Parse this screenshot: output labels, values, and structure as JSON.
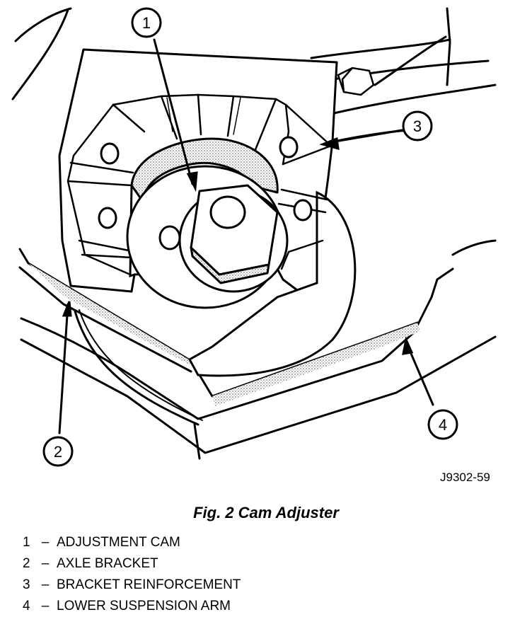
{
  "figure": {
    "callouts": [
      {
        "number": "1"
      },
      {
        "number": "2"
      },
      {
        "number": "3"
      },
      {
        "number": "4"
      }
    ],
    "reference_code": "J9302-59",
    "caption": "Fig. 2 Cam Adjuster"
  },
  "legend": {
    "separator": "–",
    "items": [
      {
        "number": "1",
        "label": "ADJUSTMENT CAM"
      },
      {
        "number": "2",
        "label": "AXLE BRACKET"
      },
      {
        "number": "3",
        "label": "BRACKET REINFORCEMENT"
      },
      {
        "number": "4",
        "label": "LOWER SUSPENSION ARM"
      }
    ]
  }
}
